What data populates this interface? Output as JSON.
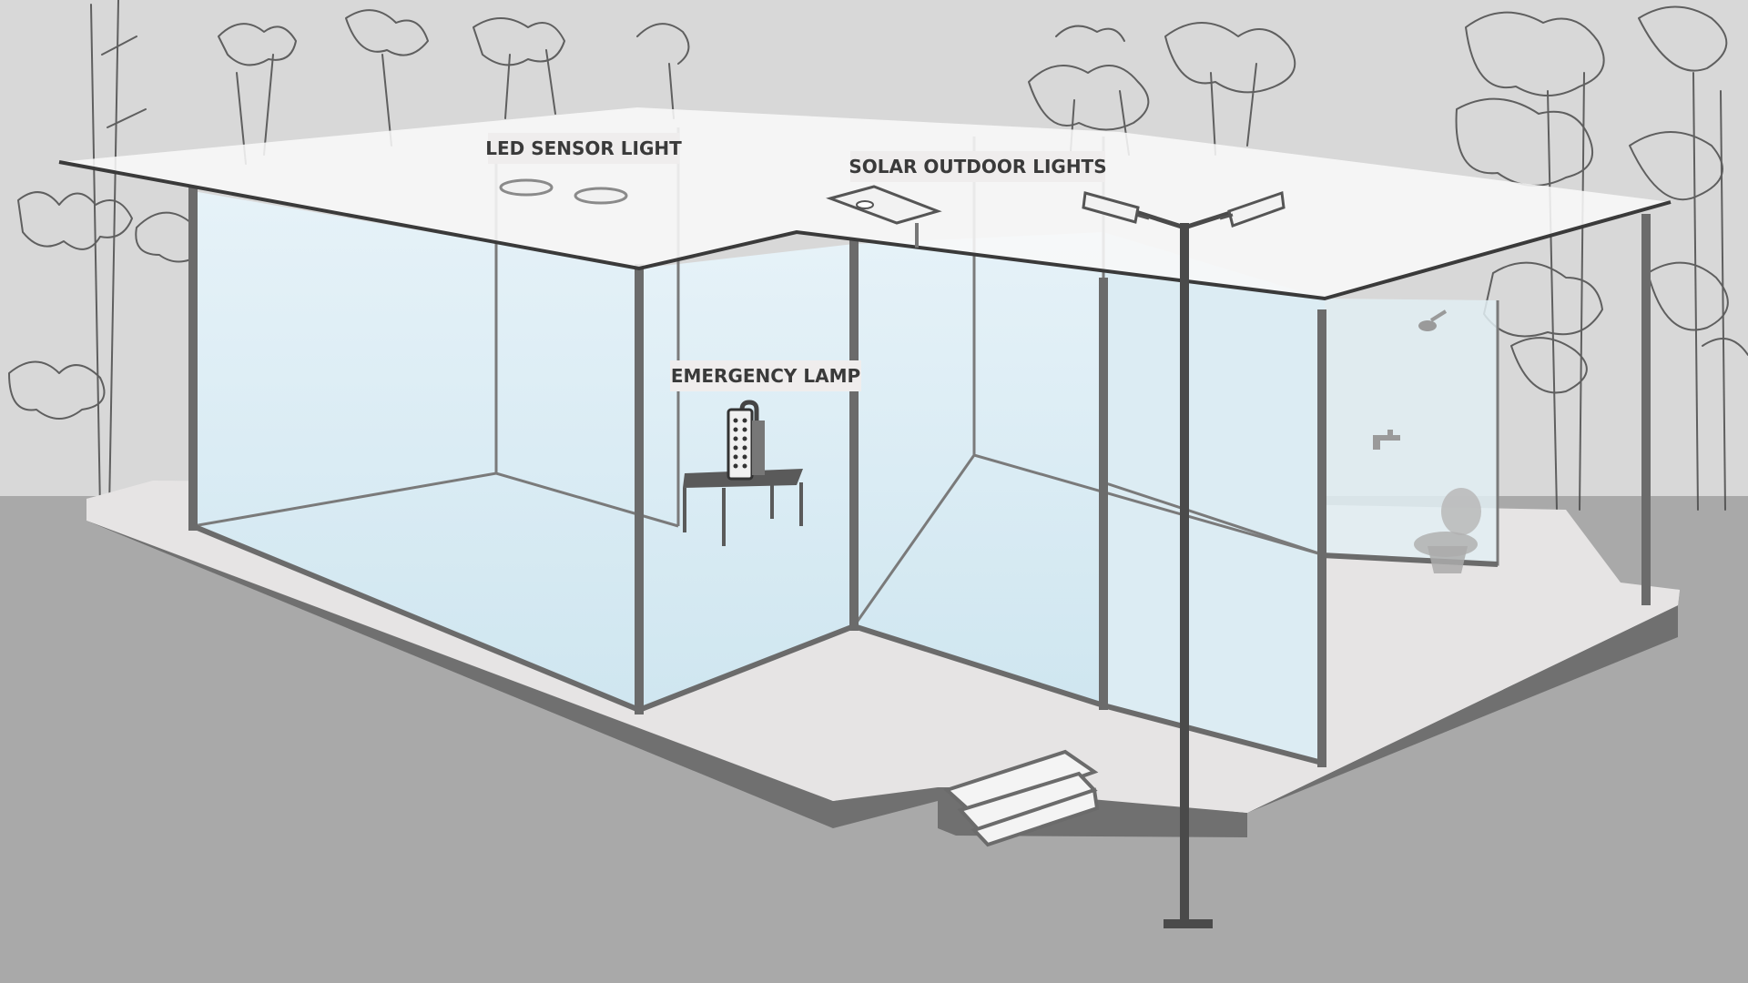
{
  "labels": {
    "led_sensor_light": "LED SENSOR LIGHT",
    "solar_outdoor_lights": "SOLAR OUTDOOR LIGHTS",
    "emergency_lamp": "EMERGENCY LAMP"
  },
  "colors": {
    "sky": "#d8d8d8",
    "ground": "#a9a9a9",
    "slab_top": "#e6e4e4",
    "slab_side": "#707070",
    "glass": "#d9ecf4",
    "frame": "#6b6b6b",
    "roof": "#f8f8f8",
    "label_bg": "#efeded",
    "sketch": "#4a4a4a"
  },
  "icons": [
    "tree-sketch",
    "ceiling-light-icon",
    "solar-street-light-icon",
    "emergency-lamp-icon",
    "table-icon",
    "shower-head-icon",
    "faucet-icon",
    "toilet-icon",
    "stairs-icon"
  ]
}
